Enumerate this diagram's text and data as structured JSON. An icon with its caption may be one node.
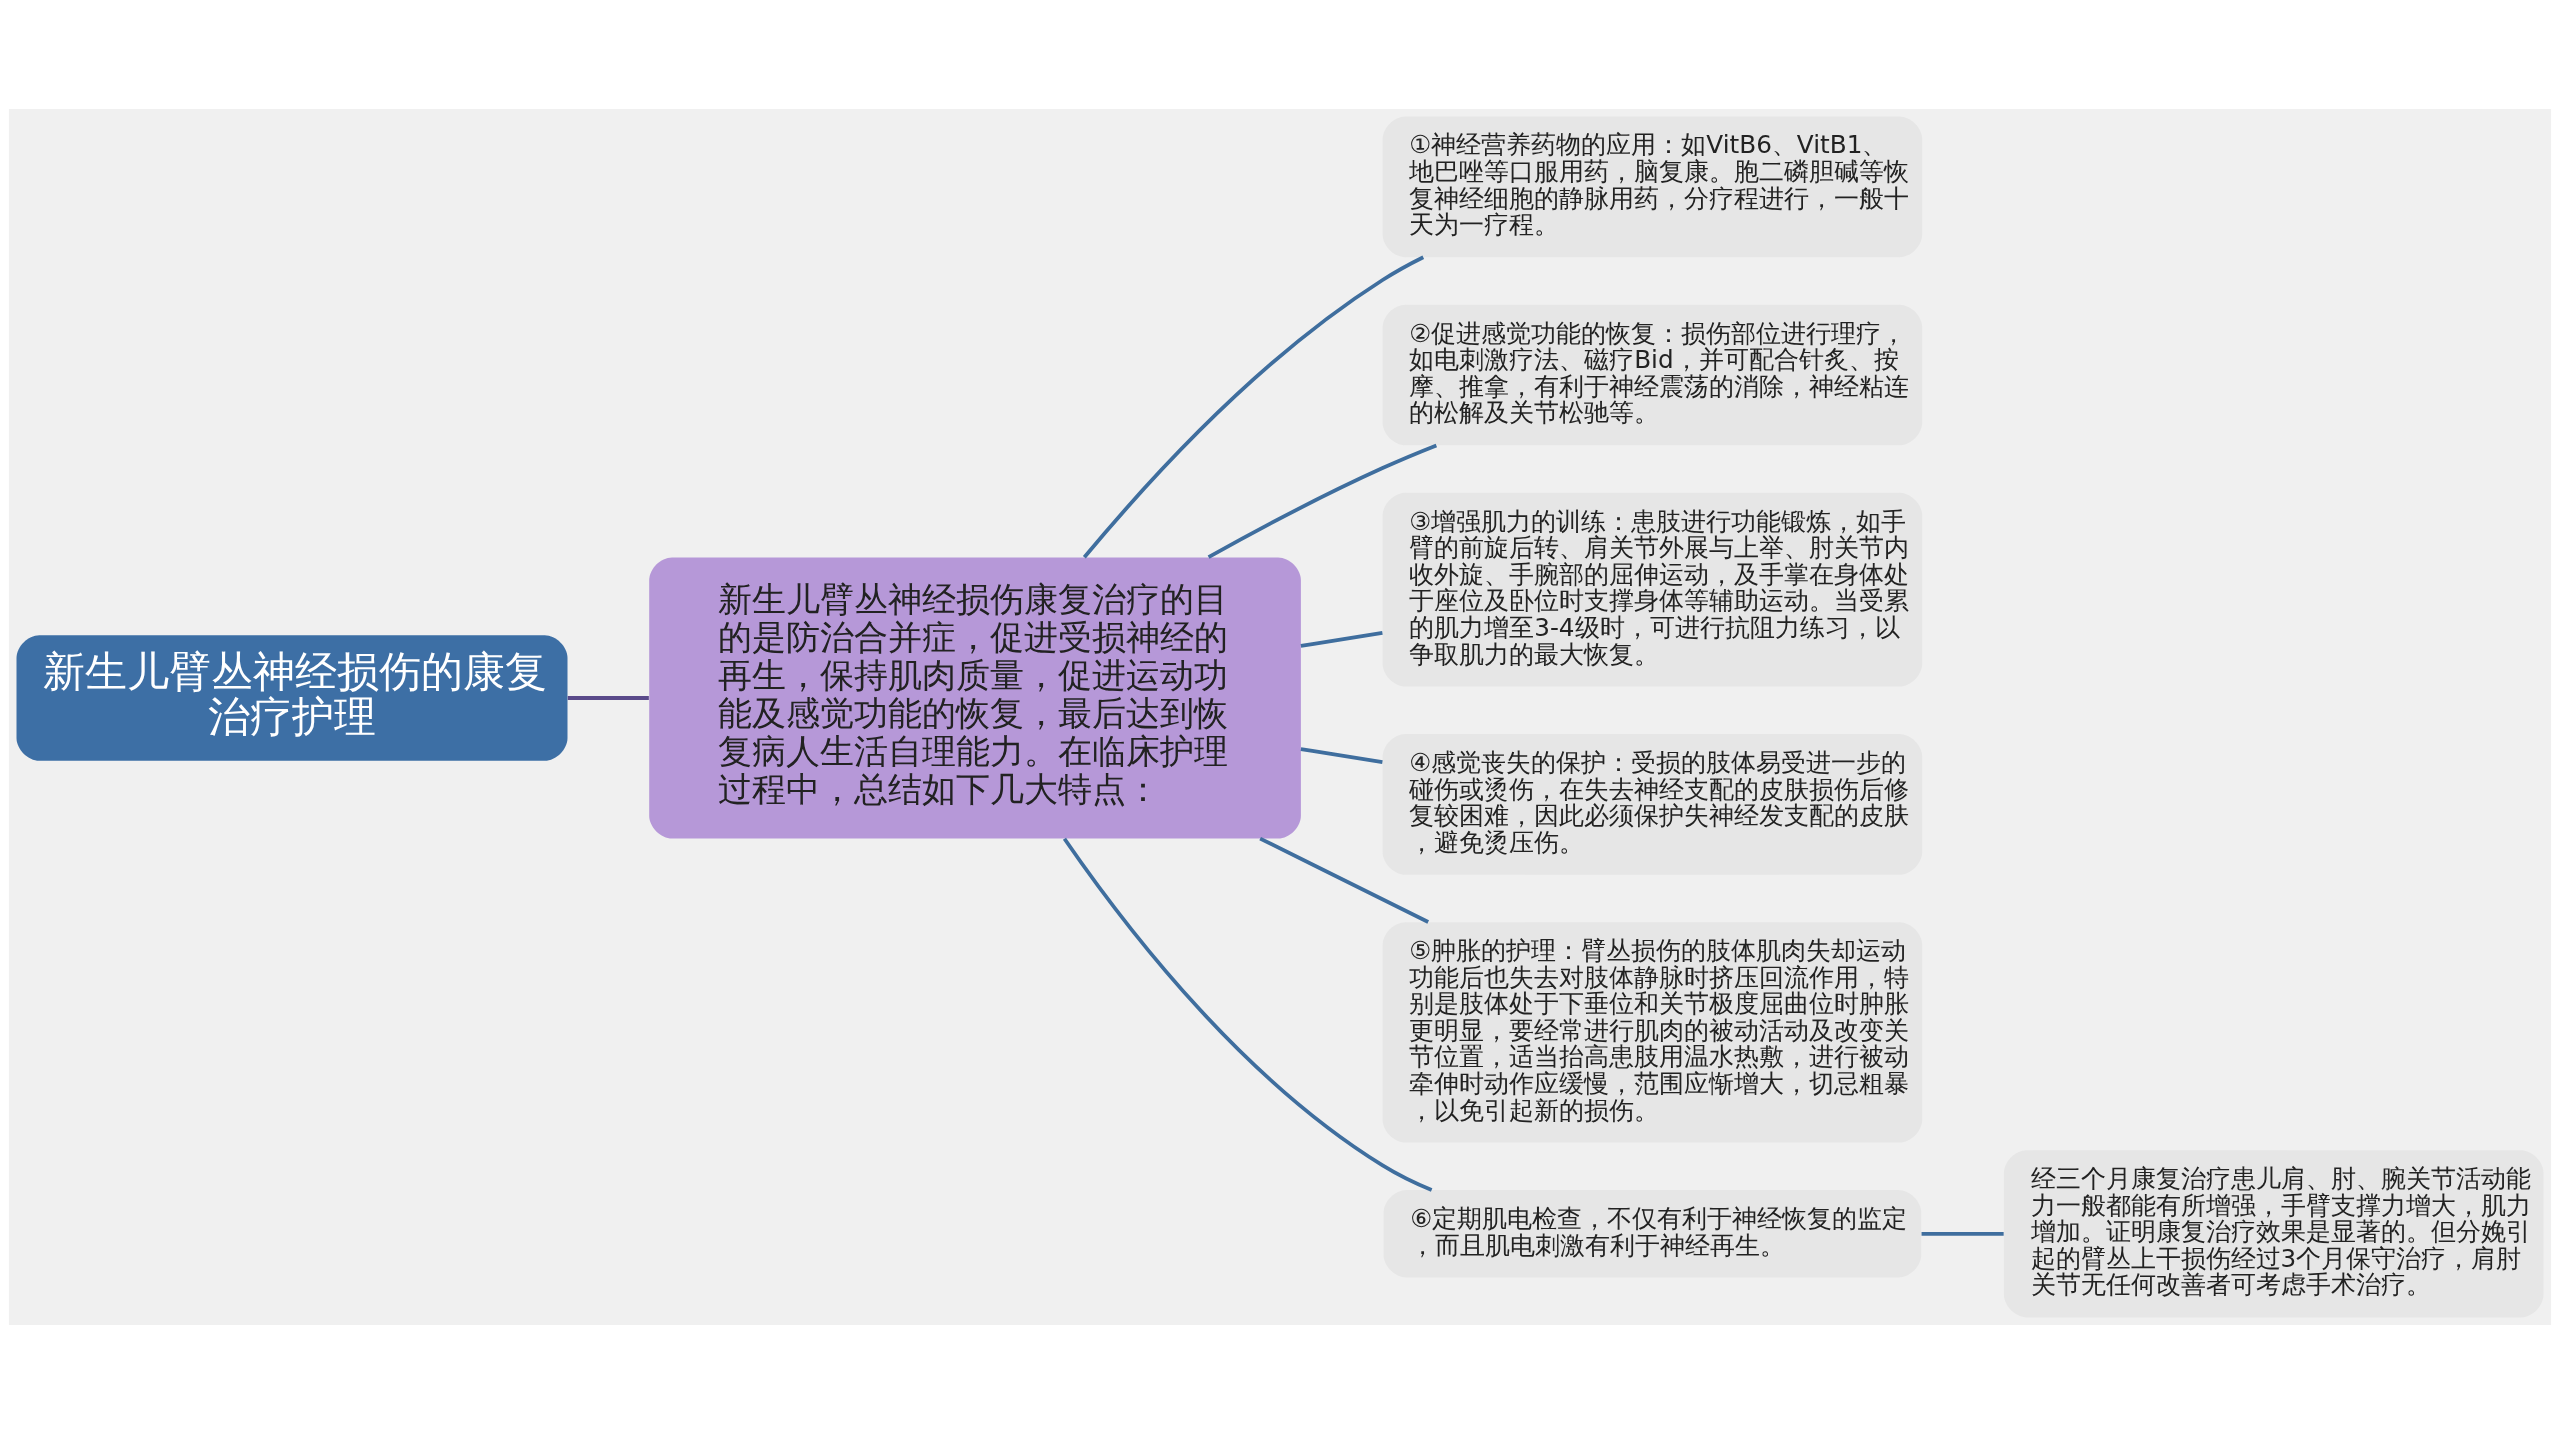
{
  "diagram": {
    "nodes": [
      {
        "text": [
          "新生儿臂丛神经损伤的康复治疗护理"
        ]
      },
      {
        "text": [
          "新生儿臂丛神经损伤康复治疗的目的是防治合并症，促进受损神经的再生，保持肌肉质量，促进运动功能及感觉功能的恢复，最后达到恢复病人生活自理能力。在临床护理过程中，总结如下几大特点："
        ]
      },
      {
        "text": [
          "①神经营养药物的应用：如VitB6、VitB1、地巴唑等口服用药，脑复康。胞二磷胆碱等恢复神经细胞的静脉用药，分疗程进行，一般十天为一疗程。"
        ]
      },
      {
        "text": [
          "②促进感觉功能的恢复：损伤部位进行理疗，如电刺激疗法、磁疗Bid，并可配合针炙、按摩、推拿，有利于神经震荡的消除，神经粘连的松解及关节松驰等。"
        ]
      },
      {
        "text": [
          "③增强肌力的训练：患肢进行功能锻炼，如手臂的前旋后转、肩关节外展与上举、肘关节内收外旋、手腕部的屈伸运动，及手掌在身体处于座位及卧位时支撑身体等辅助运动。当受累的肌力增至3-4级时，可进行抗阻力练习，以争取肌力的最大恢复。"
        ]
      },
      {
        "text": [
          "④感觉丧失的保护：受损的肢体易受进一步的碰伤或烫伤，在失去神经支配的皮肤损伤后修复较困难，因此必须保护失神经发支配的皮肤，避免烫压伤。"
        ]
      },
      {
        "text": [
          "⑤肿胀的护理：臂丛损伤的肢体肌肉失却运动功能后也失去对肢体静脉时挤压回流作用，特别是肢体处于下垂位和关节极度屈曲位时肿胀更明显，要经常进行肌肉的被动活动及改变关节位置，适当抬高患肢用温水热敷，进行被动牵伸时动作应缓慢，范围应惭增大，切忌粗暴，以免引起新的损伤。"
        ]
      },
      {
        "text": [
          "⑥定期肌电检查，不仅有利于神经恢复的监定，而且肌电刺激有利于神经再生。"
        ]
      },
      {
        "text": [
          "经三个月康复治疗患儿肩、肘、腕关节活动能力一般都能有所增强，手臂支撑力增大，肌力增加。证明康复治疗效果是显著的。但分娩引起的臂丛上干损伤经过3个月保守治疗，肩肘关节无任何改善者可考虑手术治疗。"
        ]
      }
    ],
    "edges": [
      {
        "from": 0,
        "to": 1,
        "arrow": "none",
        "color": "#5a4a8a"
      },
      {
        "from": 1,
        "to": 2,
        "arrow": "none"
      },
      {
        "from": 1,
        "to": 3,
        "arrow": "none"
      },
      {
        "from": 1,
        "to": 4,
        "arrow": "none"
      },
      {
        "from": 1,
        "to": 5,
        "arrow": "none"
      },
      {
        "from": 1,
        "to": 6,
        "arrow": "none"
      },
      {
        "from": 1,
        "to": 7,
        "arrow": "none"
      },
      {
        "from": 7,
        "to": 8,
        "arrow": "none"
      }
    ]
  }
}
